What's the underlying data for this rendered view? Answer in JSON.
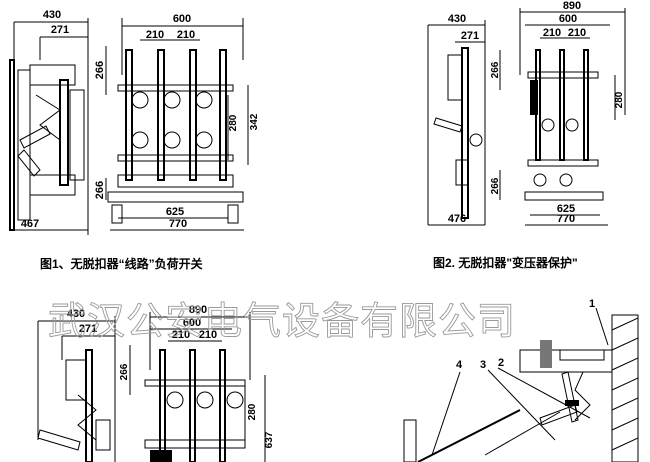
{
  "fig1": {
    "caption": "图1、无脱扣器“线路”负荷开关",
    "dims": {
      "d430": "430",
      "d271": "271",
      "d600": "600",
      "d210a": "210",
      "d210b": "210",
      "d266a": "266",
      "d266b": "266",
      "d280": "280",
      "d342": "342",
      "d625": "625",
      "d770": "770",
      "d467": "467"
    }
  },
  "fig2": {
    "caption": "图2. 无脱扣器\"变压器保护\"",
    "dims": {
      "d890": "890",
      "d430": "430",
      "d600": "600",
      "d271": "271",
      "d210a": "210",
      "d210b": "210",
      "d266a": "266",
      "d280": "280",
      "d266b": "266",
      "d476": "476",
      "d625": "625",
      "d770": "770"
    }
  },
  "fig3": {
    "dims": {
      "d430": "430",
      "d271": "271",
      "d266": "266",
      "d890": "890",
      "d600": "600",
      "d210a": "210",
      "d210b": "210",
      "d280": "280",
      "d637": "637"
    }
  },
  "fig4": {
    "callouts": {
      "c1": "1",
      "c2": "2",
      "c3": "3",
      "c4": "4"
    }
  },
  "watermark": "武汉公安电气设备有限公司"
}
